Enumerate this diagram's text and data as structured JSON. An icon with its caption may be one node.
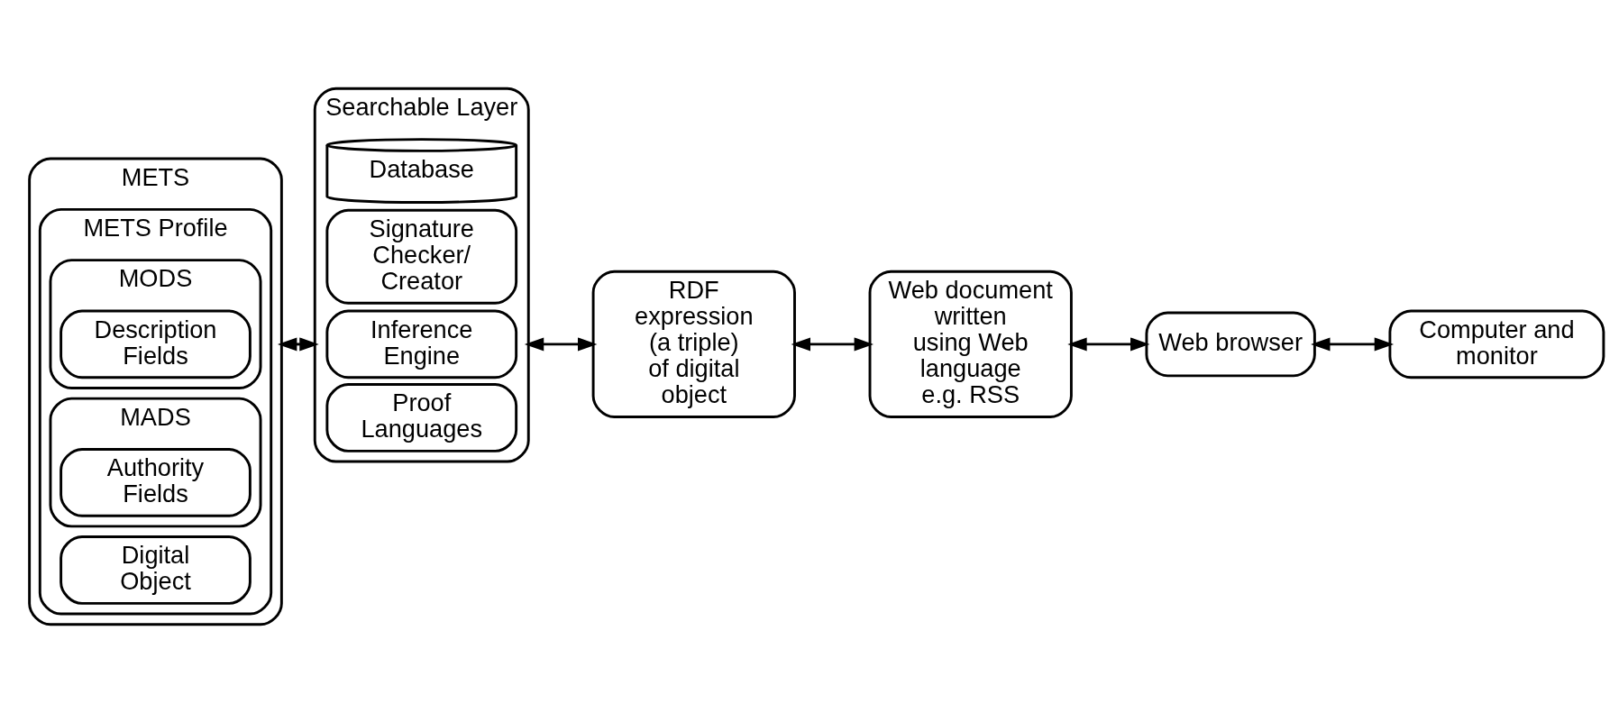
{
  "diagram": {
    "nodes": [
      {
        "text": [
          "METS"
        ]
      },
      {
        "text": [
          "METS Profile"
        ],
        "in": 0
      },
      {
        "text": [
          "MODS"
        ],
        "in": 1
      },
      {
        "text": [
          "Description Fields"
        ],
        "in": 2
      },
      {
        "text": [
          "Digital Object"
        ],
        "in": 1
      },
      {
        "text": [
          "MADS"
        ],
        "in": 1
      },
      {
        "text": [
          "Authority Fields"
        ],
        "in": 5
      },
      {
        "text": [
          "Searchable Layer"
        ]
      },
      {
        "text": [
          "Database"
        ],
        "in": 7
      },
      {
        "text": [
          "Signature Checker/ Creator"
        ],
        "in": 7
      },
      {
        "text": [
          "Inference Engine"
        ],
        "in": 7
      },
      {
        "text": [
          "Proof Languages"
        ],
        "in": 7
      },
      {
        "text": [
          "RDF expression (a triple) of digital object"
        ]
      },
      {
        "text": [
          "Web document written using Web language e.g. RSS"
        ]
      },
      {
        "text": [
          "Web browser"
        ]
      },
      {
        "text": [
          "Computer and monitor"
        ]
      }
    ],
    "edges": [
      {
        "from": 0,
        "to": 7,
        "arrow": "both"
      },
      {
        "from": 7,
        "to": 12,
        "arrow": "both"
      },
      {
        "from": 12,
        "to": 13,
        "arrow": "both"
      },
      {
        "from": 13,
        "to": 14,
        "arrow": "both"
      },
      {
        "from": 14,
        "to": 15,
        "arrow": "both"
      }
    ]
  }
}
